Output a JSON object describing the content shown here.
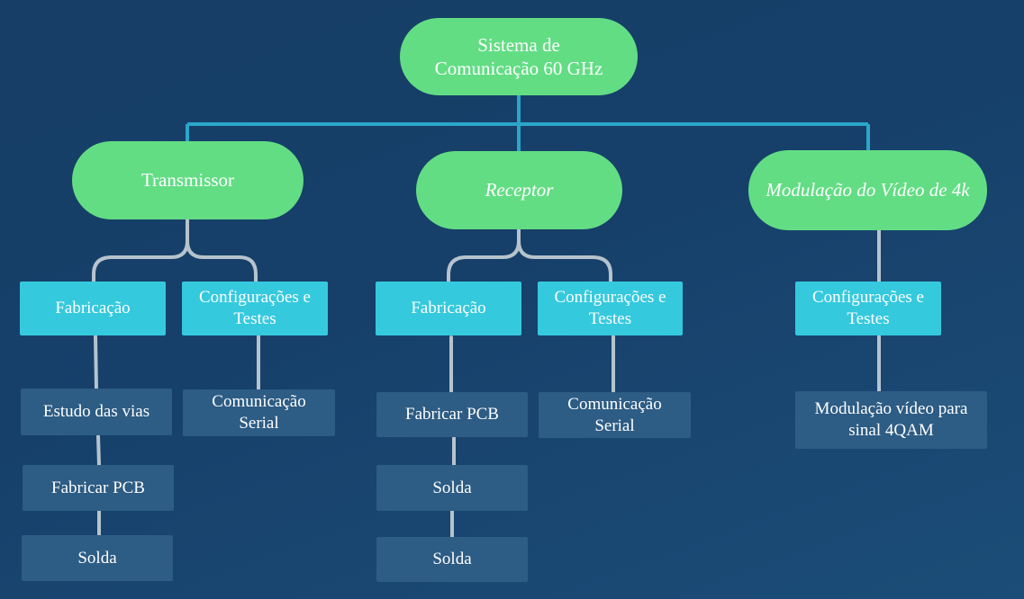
{
  "root": {
    "label": "Sistema de Comunicação 60 GHz"
  },
  "transmissor": {
    "label": "Transmissor",
    "fabricacao": {
      "label": "Fabricação",
      "steps": [
        "Estudo das vias",
        "Fabricar PCB",
        "Solda"
      ]
    },
    "testes": {
      "label": "Configurações e Testes",
      "steps": [
        "Comunicação Serial"
      ]
    }
  },
  "receptor": {
    "label": "Receptor",
    "fabricacao": {
      "label": "Fabricação",
      "steps": [
        "Fabricar PCB",
        "Solda",
        "Solda"
      ]
    },
    "testes": {
      "label": "Configurações e Testes",
      "steps": [
        "Comunicação Serial"
      ]
    }
  },
  "modulacao": {
    "label": "Modulação do Vídeo de 4k",
    "testes": {
      "label": "Configurações e Testes",
      "steps": [
        "Modulação vídeo para sinal 4QAM"
      ]
    }
  }
}
